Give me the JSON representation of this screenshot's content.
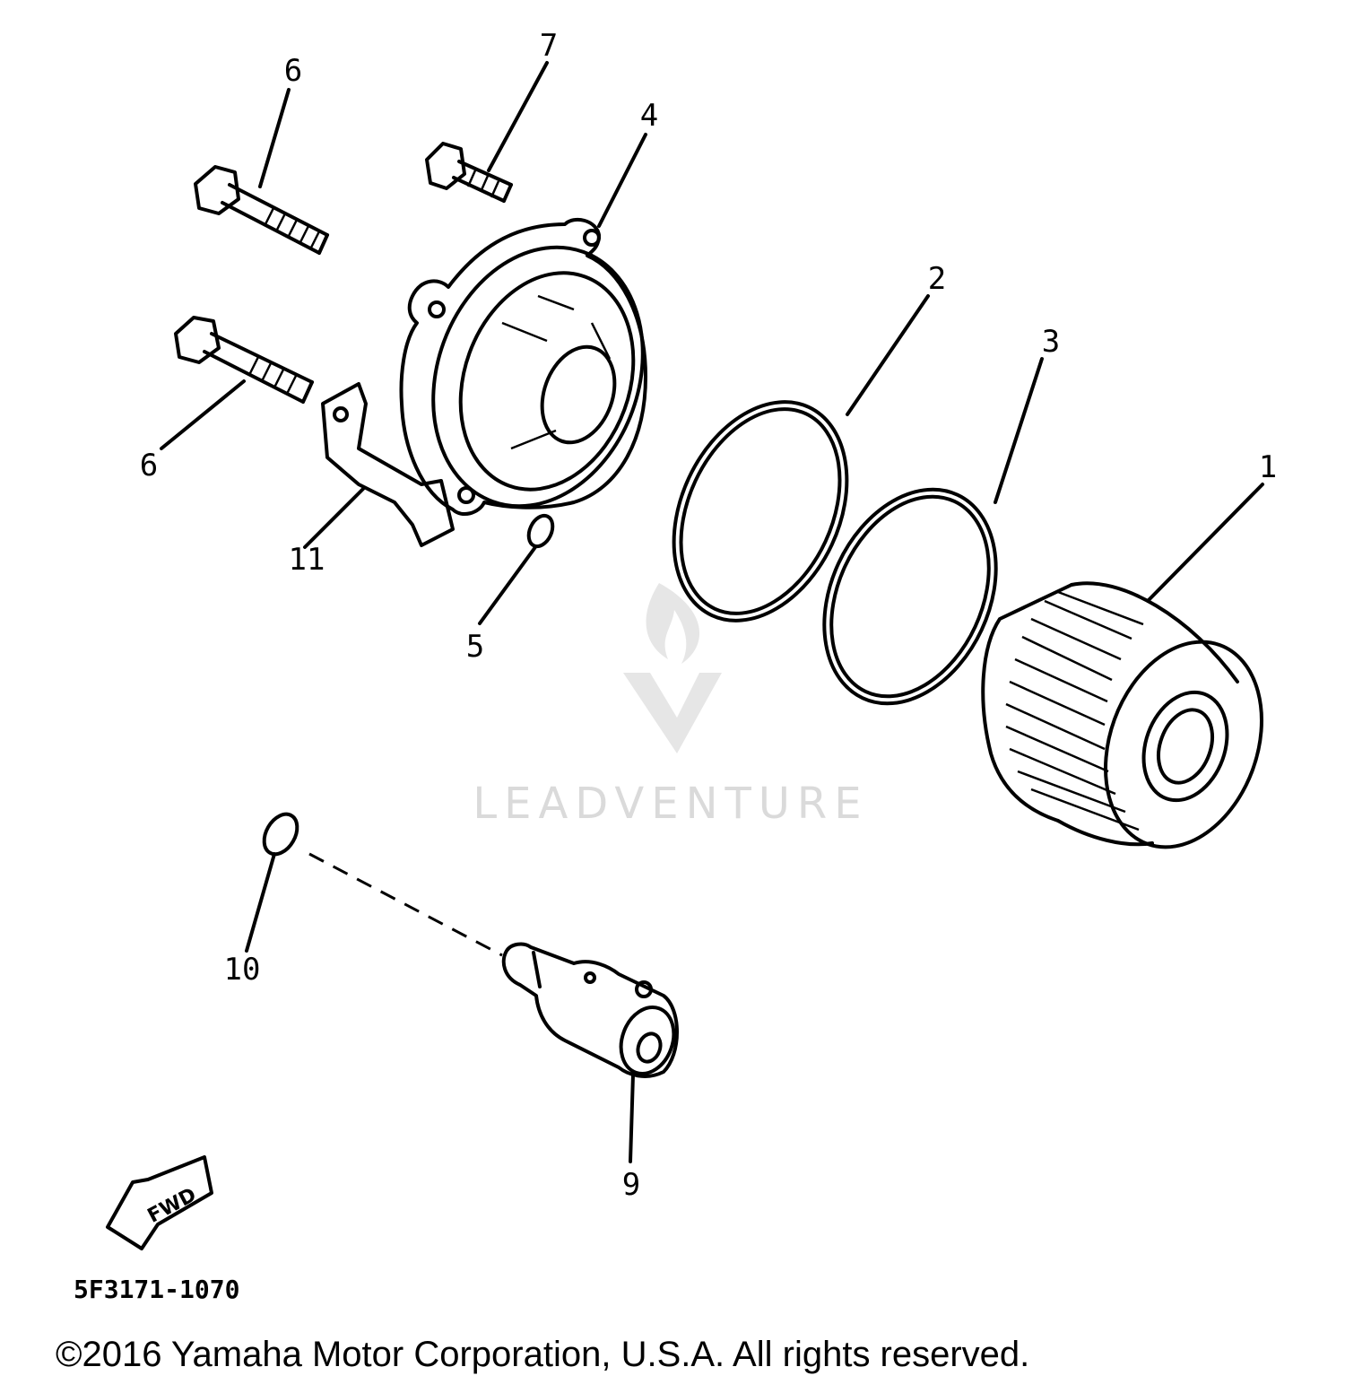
{
  "callouts": {
    "c1": "1",
    "c2": "2",
    "c3": "3",
    "c4": "4",
    "c5": "5",
    "c6a": "6",
    "c6b": "6",
    "c7": "7",
    "c9": "9",
    "c10": "10",
    "c11": "11"
  },
  "part_code": "5F3171-1070",
  "fwd_label": "FWD",
  "watermark": "LEADVENTURE",
  "copyright": "©2016 Yamaha Motor Corporation, U.S.A. All rights reserved."
}
